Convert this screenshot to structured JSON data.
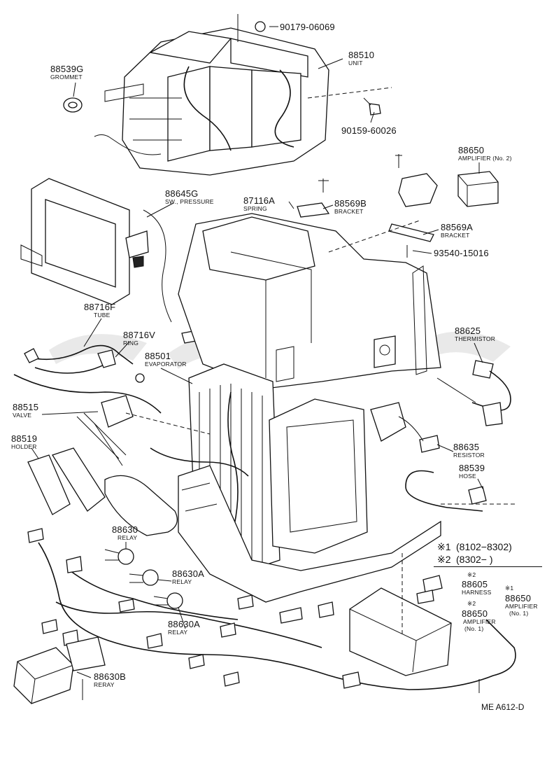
{
  "parts": {
    "p90179": {
      "number": "90179-06069"
    },
    "p88510": {
      "number": "88510",
      "name": "UNIT"
    },
    "p88539g": {
      "number": "88539G",
      "name": "GROMMET"
    },
    "p90159": {
      "number": "90159-60026"
    },
    "p88650a2": {
      "number": "88650",
      "name": "AMPLIFIER (No. 2)"
    },
    "p88645g": {
      "number": "88645G",
      "name": "SW., PRESSURE"
    },
    "p87116a": {
      "number": "87116A",
      "name": "SPRING"
    },
    "p88569b": {
      "number": "88569B",
      "name": "BRACKET"
    },
    "p88569a": {
      "number": "88569A",
      "name": "BRACKET"
    },
    "p93540": {
      "number": "93540-15016"
    },
    "p88716f": {
      "number": "88716F",
      "name": "TUBE"
    },
    "p88716v": {
      "number": "88716V",
      "name": "RING"
    },
    "p88501": {
      "number": "88501",
      "name": "EVAPORATOR"
    },
    "p88625": {
      "number": "88625",
      "name": "THERMISTOR"
    },
    "p88515": {
      "number": "88515",
      "name": "VALVE"
    },
    "p88519": {
      "number": "88519",
      "name": "HOLDER"
    },
    "p88635": {
      "number": "88635",
      "name": "RESISTOR"
    },
    "p88539": {
      "number": "88539",
      "name": "HOSE"
    },
    "p88630": {
      "number": "88630",
      "name": "RELAY"
    },
    "p88630a1": {
      "number": "88630A",
      "name": "RELAY"
    },
    "p88630a2": {
      "number": "88630A",
      "name": "RELAY"
    },
    "p88630b": {
      "number": "88630B",
      "name": "RERAY"
    },
    "p88605": {
      "marker": "※2",
      "number": "88605",
      "name": "HARNESS"
    },
    "p88650a1": {
      "marker": "※1",
      "number": "88650",
      "name1": "AMPLIFIER",
      "name2": "(No. 1)"
    },
    "p88650a1b": {
      "marker": "※2",
      "number": "88650",
      "name1": "AMPLIFIER",
      "name2": "(No. 1)"
    }
  },
  "notes": {
    "n1": {
      "marker": "※1",
      "range": "(8102−8302)"
    },
    "n2": {
      "marker": "※2",
      "range": "(8302−        )"
    }
  },
  "diagram_code": "ME A612-D"
}
